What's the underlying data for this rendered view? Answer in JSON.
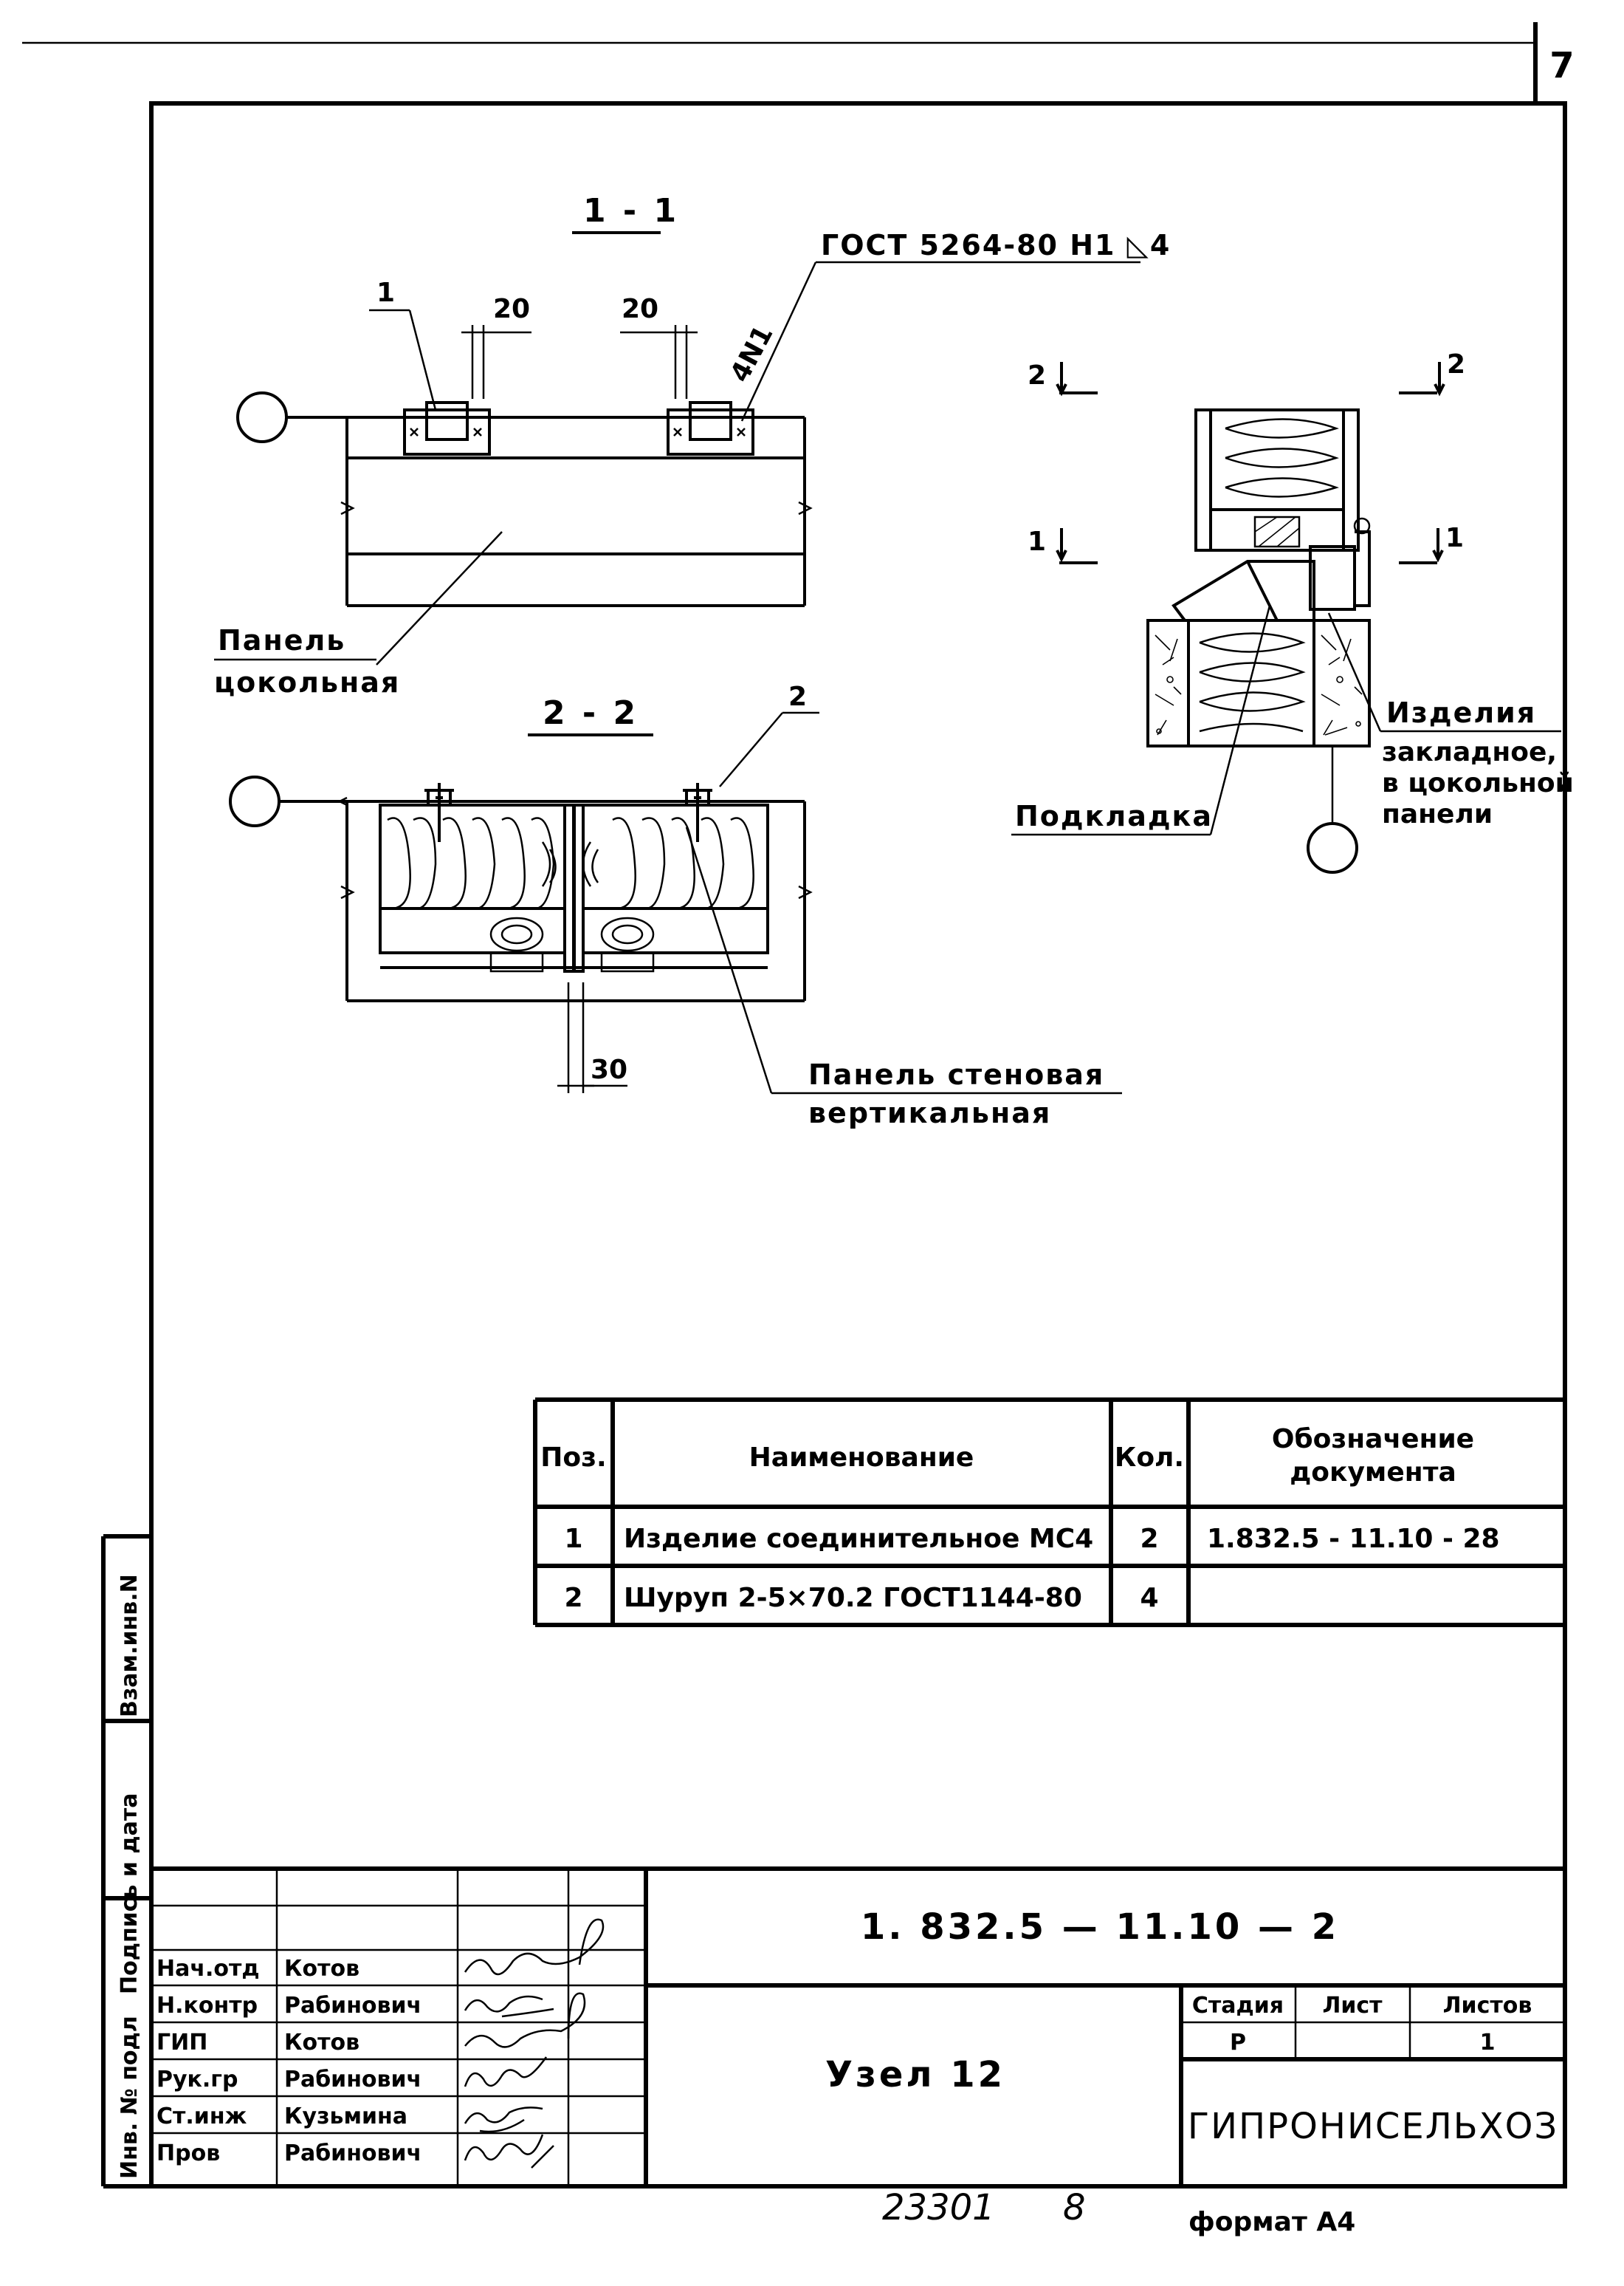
{
  "sheet": {
    "page_number": "7",
    "bottom_code": "23301",
    "bottom_sheet": "8",
    "format": "формат А4"
  },
  "section_1_1": {
    "title": "1 - 1",
    "dim_left": "20",
    "dim_right": "20",
    "item_callout": "1",
    "weld_note": "ГОСТ 5264-80 Н1 ◺4",
    "weld_count": "4N1",
    "panel_label_line1": "Панель",
    "panel_label_line2": "цокольная"
  },
  "section_2_2": {
    "title": "2 - 2",
    "item_callout": "2",
    "dim_gap": "30",
    "panel_label_line1": "Панель стеновая",
    "panel_label_line2": "вертикальная"
  },
  "detail": {
    "cut_2_left": "2",
    "cut_2_right": "2",
    "cut_1_left": "1",
    "cut_1_right": "1",
    "embedded_line1": "Изделия",
    "embedded_line2": "закладное,",
    "embedded_line3": "в цокольной",
    "embedded_line4": "панели",
    "pad_label": "Подкладка"
  },
  "spec_table": {
    "headers": {
      "pos": "Поз.",
      "name": "Наименование",
      "qty": "Кол.",
      "doc_line1": "Обозначение",
      "doc_line2": "документа"
    },
    "rows": [
      {
        "pos": "1",
        "name": "Изделие соединительное МС4",
        "qty": "2",
        "doc": "1.832.5 - 11.10 - 28"
      },
      {
        "pos": "2",
        "name": "Шуруп 2-5×70.2 ГОСТ1144-80",
        "qty": "4",
        "doc": ""
      }
    ]
  },
  "title_block": {
    "doc_number": "1. 832.5 — 11.10 — 2",
    "drawing_name": "Узел 12",
    "organization": "ГИПРОНИСЕЛЬХОЗ",
    "stage_header": "Стадия",
    "sheet_header": "Лист",
    "sheets_header": "Листов",
    "stage_value": "Р",
    "sheet_value": "",
    "sheets_value": "1",
    "staff": [
      {
        "role": "Нач.отд",
        "name": "Котов"
      },
      {
        "role": "Н.контр",
        "name": "Рабинович"
      },
      {
        "role": "ГИП",
        "name": "Котов"
      },
      {
        "role": "Рук.гр",
        "name": "Рабинович"
      },
      {
        "role": "Ст.инж",
        "name": "Кузьмина"
      },
      {
        "role": "Пров",
        "name": "Рабинович"
      }
    ]
  },
  "side_stamp": {
    "inv_podl": "Инв. № подл",
    "sign_date": "Подпись и дата",
    "vzam_inv": "Взам.инв.N"
  }
}
